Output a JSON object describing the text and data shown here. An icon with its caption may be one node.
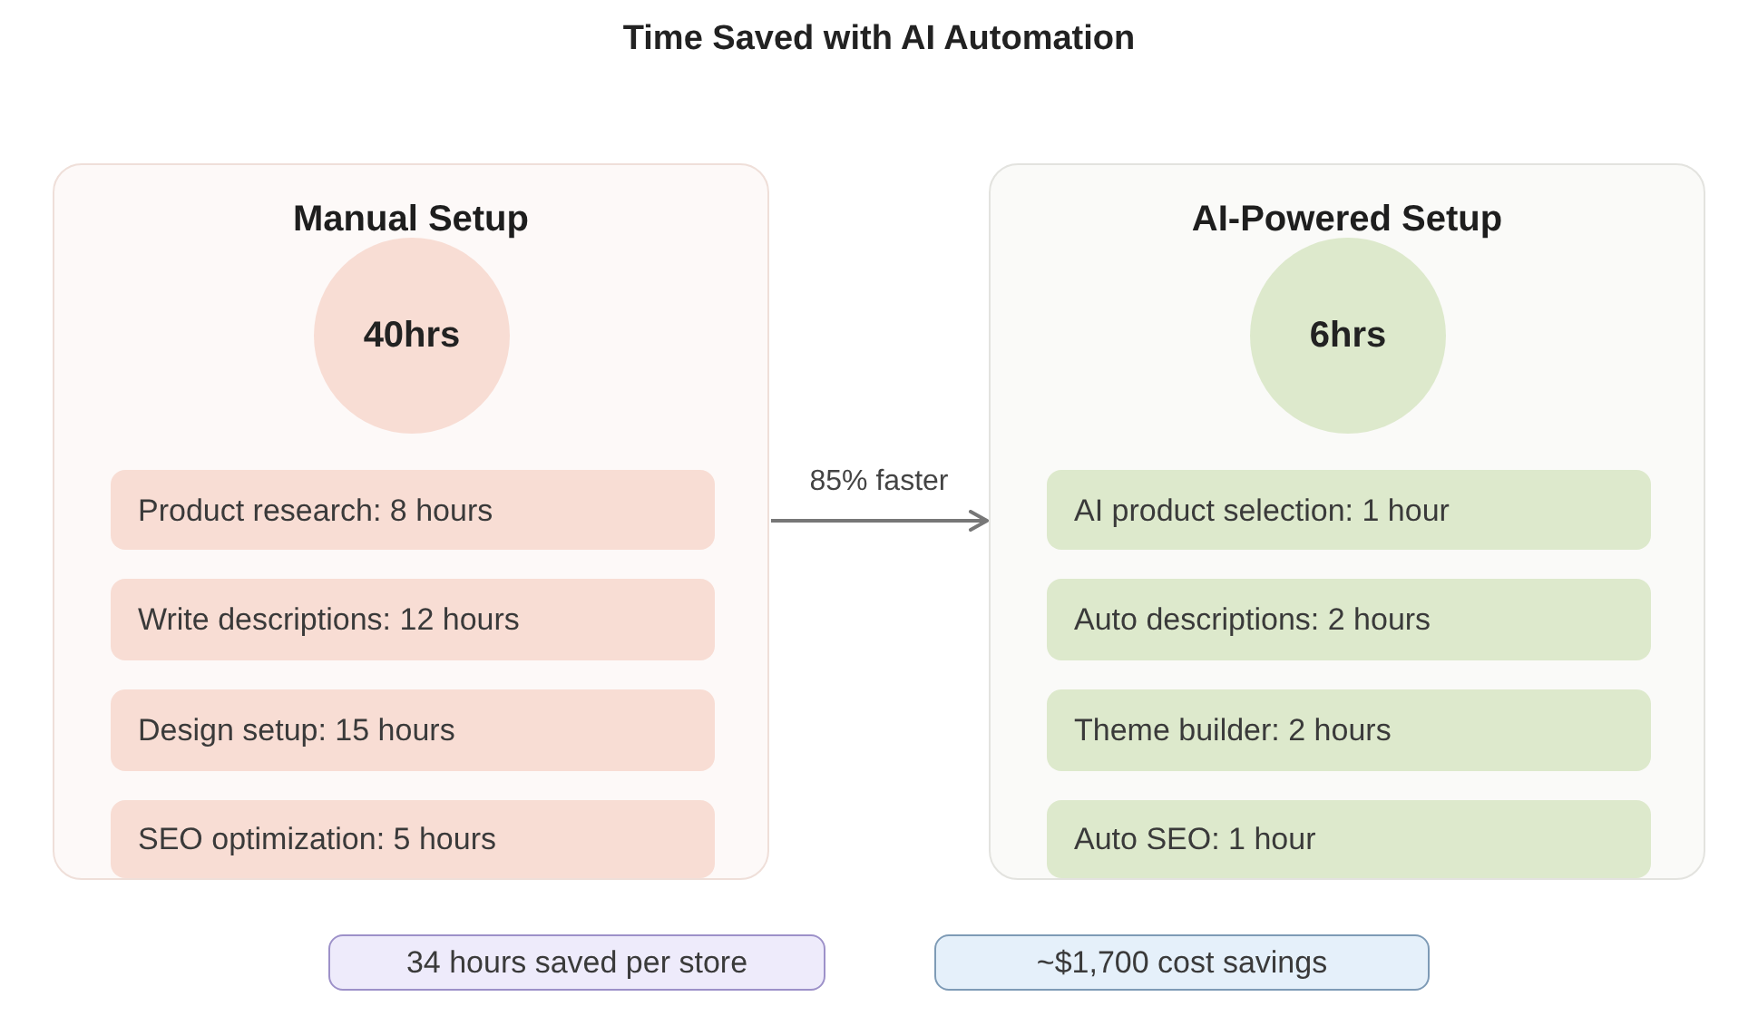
{
  "diagram": {
    "title": "Time Saved with AI Automation",
    "nodes": [
      {
        "text": [
          "Manual Setup"
        ]
      },
      {
        "text": [
          "40hrs"
        ],
        "in": 0
      },
      {
        "text": [
          "Product research: 8 hours"
        ],
        "in": 0
      },
      {
        "text": [
          "Write descriptions: 12 hours"
        ],
        "in": 0
      },
      {
        "text": [
          "Design setup: 15 hours"
        ],
        "in": 0
      },
      {
        "text": [
          "SEO optimization: 5 hours"
        ],
        "in": 0
      },
      {
        "text": [
          "AI-Powered Setup"
        ]
      },
      {
        "text": [
          "6hrs"
        ],
        "in": 6
      },
      {
        "text": [
          "AI product selection: 1 hour"
        ],
        "in": 6
      },
      {
        "text": [
          "Auto descriptions: 2 hours"
        ],
        "in": 6
      },
      {
        "text": [
          "Theme builder: 2 hours"
        ],
        "in": 6
      },
      {
        "text": [
          "Auto SEO: 1 hour"
        ],
        "in": 6
      },
      {
        "text": [
          "34 hours saved per store"
        ]
      },
      {
        "text": [
          "~$1,700 cost savings"
        ]
      }
    ],
    "edges": [
      {
        "from": 0,
        "to": 6,
        "arrow": "to",
        "label": "85% faster"
      }
    ]
  }
}
